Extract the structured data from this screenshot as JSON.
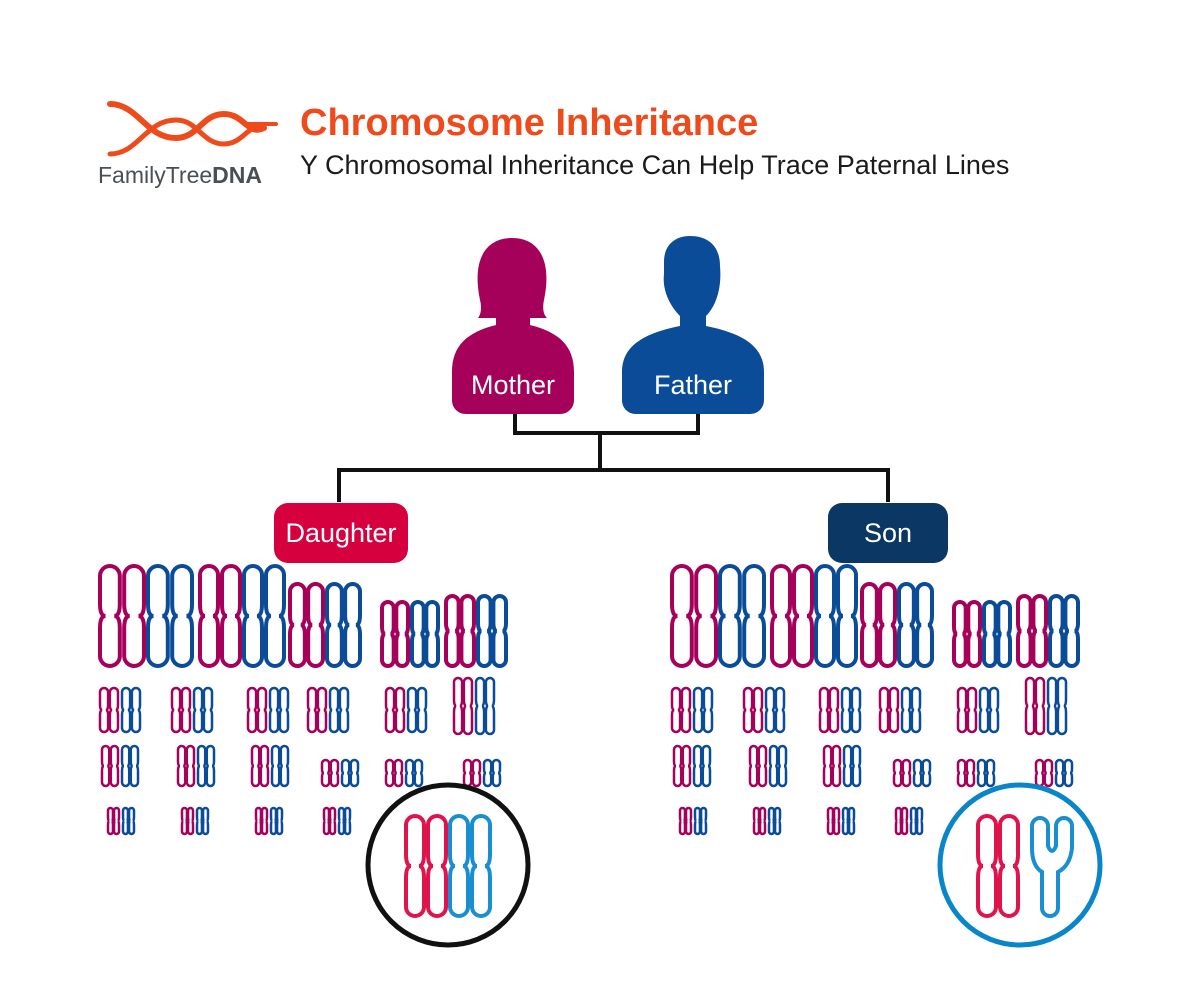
{
  "header": {
    "title": "Chromosome Inheritance",
    "subtitle": "Y Chromosomal Inheritance Can Help Trace Paternal Lines"
  },
  "logo": {
    "brand_light": "FamilyTree",
    "brand_bold": "DNA",
    "icon": "dna-helix-icon"
  },
  "people": {
    "mother": {
      "label": "Mother",
      "icon": "female-silhouette-icon",
      "color": "#a5005a"
    },
    "father": {
      "label": "Father",
      "icon": "male-silhouette-icon",
      "color": "#0b4c98"
    }
  },
  "children": {
    "daughter": {
      "label": "Daughter",
      "color": "#d6003f",
      "sex_chromosomes": "XX",
      "ring_color": "#111111"
    },
    "son": {
      "label": "Son",
      "color": "#0a3764",
      "sex_chromosomes": "XY",
      "ring_color": "#0a86c8"
    }
  },
  "colors": {
    "maternal_chromosome": "#a5005a",
    "paternal_chromosome": "#0b4c98",
    "sex_maternal": "#e0144c",
    "sex_paternal": "#1a8fd0",
    "tree_line": "#111111",
    "title": "#ee4b1d"
  }
}
